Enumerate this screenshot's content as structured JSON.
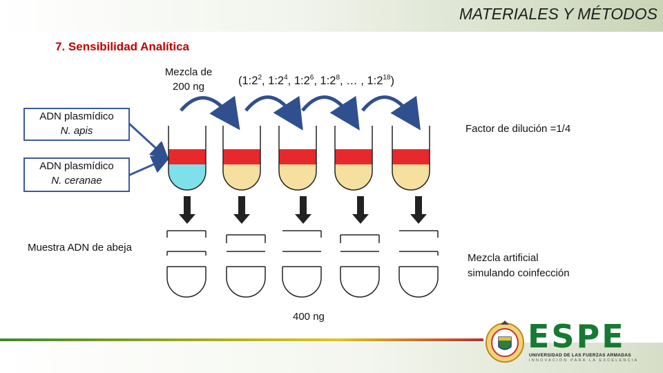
{
  "header": {
    "title": "MATERIALES Y MÉTODOS"
  },
  "section": {
    "title": "7. Sensibilidad Analítica"
  },
  "mix": {
    "line1": "Mezcla de",
    "line2": "200 ng"
  },
  "ratio": {
    "text_parts": [
      "(1:2",
      "2",
      ", 1:2",
      "4",
      ", 1:2",
      "6",
      ", 1:2",
      "8",
      ", … , 1:2",
      "18",
      ")"
    ]
  },
  "dilution": {
    "label": "Factor de dilución =1/4"
  },
  "boxes": {
    "apis": {
      "line1": "ADN plasmídico",
      "line2": "N. apis"
    },
    "ceranae": {
      "line1": "ADN plasmídico",
      "line2": "N. ceranae"
    }
  },
  "sample": {
    "label": "Muestra ADN de abeja"
  },
  "artificial": {
    "line1": "Mezcla artificial",
    "line2": "simulando coinfección"
  },
  "amount": {
    "label": "400 ng"
  },
  "logo": {
    "word": "ESPE",
    "line1": "UNIVERSIDAD DE LAS FUERZAS ARMADAS",
    "line2": "INNOVACIÓN PARA LA EXCELENCIA"
  },
  "colors": {
    "red_band": "#e8292b",
    "cyan_fill": "#7fe0ec",
    "yellow_fill": "#f6e0a0",
    "arrow_blue": "#2f4f8f",
    "header_title": "#1f1f1f",
    "section_title": "#c00000",
    "espe_green": "#167a32"
  }
}
